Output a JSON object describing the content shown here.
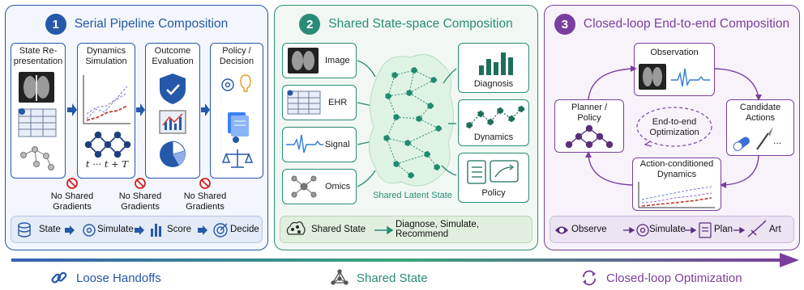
{
  "panels": [
    {
      "num": "1",
      "title": "Serial Pipeline Composition",
      "color": "#2558a8"
    },
    {
      "num": "2",
      "title": "Shared State-space Composition",
      "color": "#2a8c78"
    },
    {
      "num": "3",
      "title": "Closed-loop End-to-end Composition",
      "color": "#7a3f9e"
    }
  ],
  "serial": {
    "stages": [
      "State Re-\npresentation",
      "Dynamics\nSimulation",
      "Outcome\nEvaluation",
      "Policy /\nDecision"
    ],
    "time_label": "t ··· t + T",
    "no_shared": [
      "No Shared\nGradients",
      "No Shared\nGradients",
      "No Shared\nGradients"
    ],
    "footer": [
      "State",
      "Simulate",
      "Score",
      "Decide"
    ]
  },
  "shared": {
    "inputs": [
      "Image",
      "EHR",
      "Signal",
      "Omics"
    ],
    "latent_label": "Shared Latent State",
    "outputs": [
      "Diagnosis",
      "Dynamics",
      "Policy"
    ],
    "footer": {
      "left": "Shared State",
      "right": "Diagnose, Simulate, Recommend"
    }
  },
  "closed": {
    "observation": "Observation",
    "candidate": "Candidate\nActions",
    "ellipsis": "...",
    "planner": "Planner /\nPolicy",
    "center": "End-to-end\nOptimization",
    "action_dyn": "Action-conditioned\nDynamics",
    "footer": [
      "Observe",
      "Simulate",
      "Plan",
      "Art"
    ]
  },
  "bottom": {
    "left": "Loose Handoffs",
    "mid": "Shared State",
    "right": "Closed-loop Optimization"
  }
}
